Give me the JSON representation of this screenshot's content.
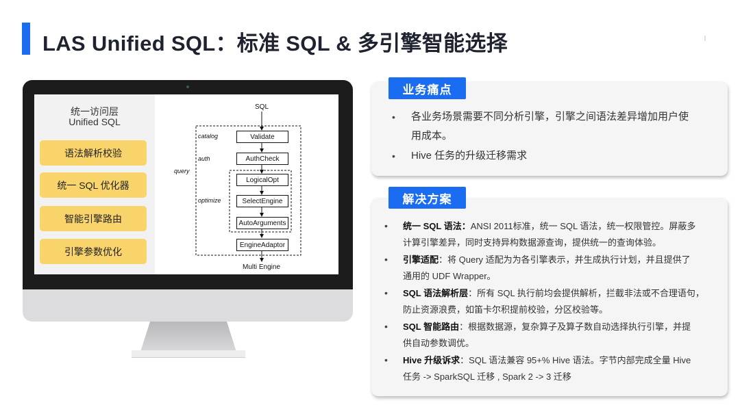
{
  "title": "LAS Unified SQL：标准 SQL & 多引擎智能选择",
  "monitor": {
    "access_layer_cn": "统一访问层",
    "access_layer_en": "Unified SQL",
    "buttons": [
      "语法解析校验",
      "统一 SQL 优化器",
      "智能引擎路由",
      "引擎参数优化"
    ],
    "diagram": {
      "top": "SQL",
      "bottom": "Multi Engine",
      "labels": {
        "query": "query",
        "catalog": "catalog",
        "auth": "auth",
        "optimize": "optimize"
      },
      "boxes": [
        "Validate",
        "AuthCheck",
        "LogicalOpt",
        "SelectEngine",
        "AutoArguments",
        "EngineAdaptor"
      ]
    }
  },
  "pain": {
    "heading": "业务痛点",
    "bullet": "•",
    "line1": "各业务场景需要不同分析引擎，引擎之间语法差异增加用户使",
    "line1b": "用成本。",
    "line2": "Hive 任务的升级迁移需求"
  },
  "solution": {
    "heading": "解决方案",
    "items": [
      {
        "bold": "统一 SQL 语法：",
        "text1": "ANSI 2011标准，统一 SQL 语法，统一权限管控。屏蔽多",
        "text2": "计算引擎差异，同时支持异构数据源查询，提供统一的查询体验。"
      },
      {
        "bold": "引擎适配",
        "text1": "：将 Query 适配为为各引擎表示，并生成执行计划，并且提供了",
        "text2": "通用的 UDF Wrapper。"
      },
      {
        "bold": "SQL 语法解析层",
        "text1": "：所有 SQL 执行前均会提供解析，拦截非法或不合理语句，",
        "text2": "防止资源浪费，如笛卡尔积提前校验，分区校验等。"
      },
      {
        "bold": "SQL 智能路由",
        "text1": "：根据数据源，复杂算子及算子数自动选择执行引擎，并提",
        "text2": "供自动参数调优。"
      },
      {
        "bold": "Hive 升级诉求",
        "text1": "：SQL 语法兼容 95+% Hive 语法。字节内部完成全量 Hive",
        "text2": "任务 -> SparkSQL 迁移 , Spark 2 -> 3 迁移"
      }
    ]
  },
  "colors": {
    "accent": "#1a6cf0",
    "button_yellow": "#f8d46b",
    "monitor_bezel": "#1c1c1c"
  }
}
